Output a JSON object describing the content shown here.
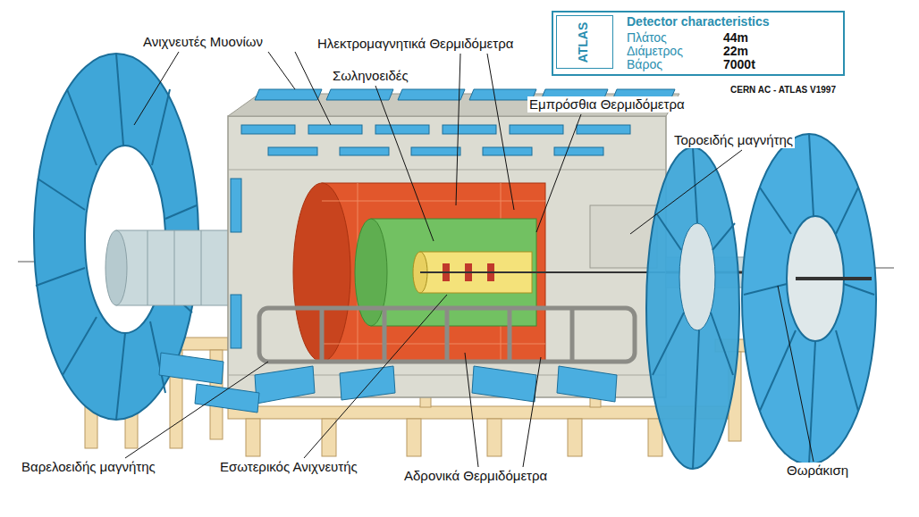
{
  "diagram": {
    "nodes": [
      {
        "text": [
          "Detector characteristics",
          "Πλάτος",
          "44m",
          "Διάμετρος",
          "22m",
          "Βάρος",
          "7000t"
        ]
      },
      {
        "text": [
          "ATLAS"
        ],
        "in": 0
      }
    ],
    "labels": [
      "Ανιχνευτές Μυονίων",
      "Ηλεκτρομαγνητικά Θερμιδόμετρα",
      "Σωληνοειδές",
      "Εμπρόσθια Θερμιδόμετρα",
      "Τοροειδής μαγνήτης",
      "Βαρελοειδής μαγνήτης",
      "Εσωτερικός Ανιχνευτής",
      "Αδρονικά Θερμιδόμετρα",
      "Θωράκιση",
      "CERN AC - ATLAS V1997"
    ]
  }
}
